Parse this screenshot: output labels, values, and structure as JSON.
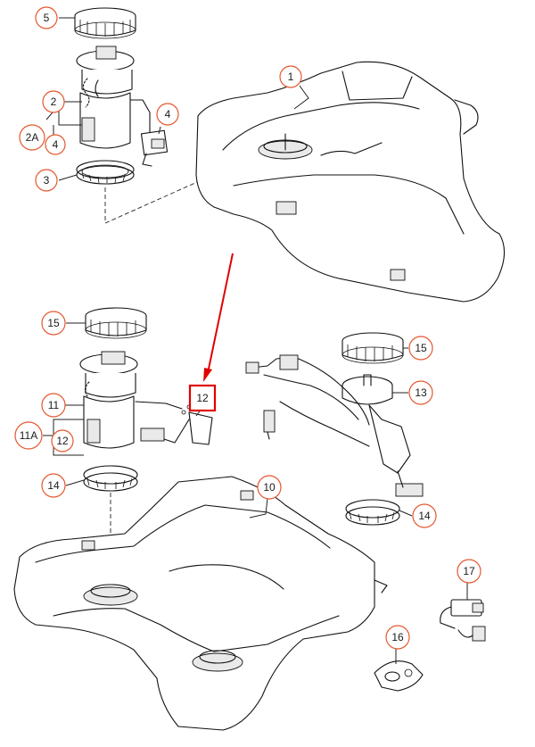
{
  "callouts": [
    {
      "id": "c5",
      "label": "5"
    },
    {
      "id": "c2",
      "label": "2"
    },
    {
      "id": "c2a",
      "label": "2A"
    },
    {
      "id": "c4a",
      "label": "4"
    },
    {
      "id": "c4b",
      "label": "4"
    },
    {
      "id": "c3",
      "label": "3"
    },
    {
      "id": "c1",
      "label": "1"
    },
    {
      "id": "c15a",
      "label": "15"
    },
    {
      "id": "c15b",
      "label": "15"
    },
    {
      "id": "c12",
      "label": "12"
    },
    {
      "id": "c13",
      "label": "13"
    },
    {
      "id": "c11",
      "label": "11"
    },
    {
      "id": "c11a",
      "label": "11A"
    },
    {
      "id": "c12b",
      "label": "12"
    },
    {
      "id": "c14a",
      "label": "14"
    },
    {
      "id": "c14b",
      "label": "14"
    },
    {
      "id": "c10",
      "label": "10"
    },
    {
      "id": "c17",
      "label": "17"
    },
    {
      "id": "c16",
      "label": "16"
    }
  ],
  "colors": {
    "callout_ring": "#e4572e",
    "highlight": "#e00000",
    "line": "#111111"
  }
}
